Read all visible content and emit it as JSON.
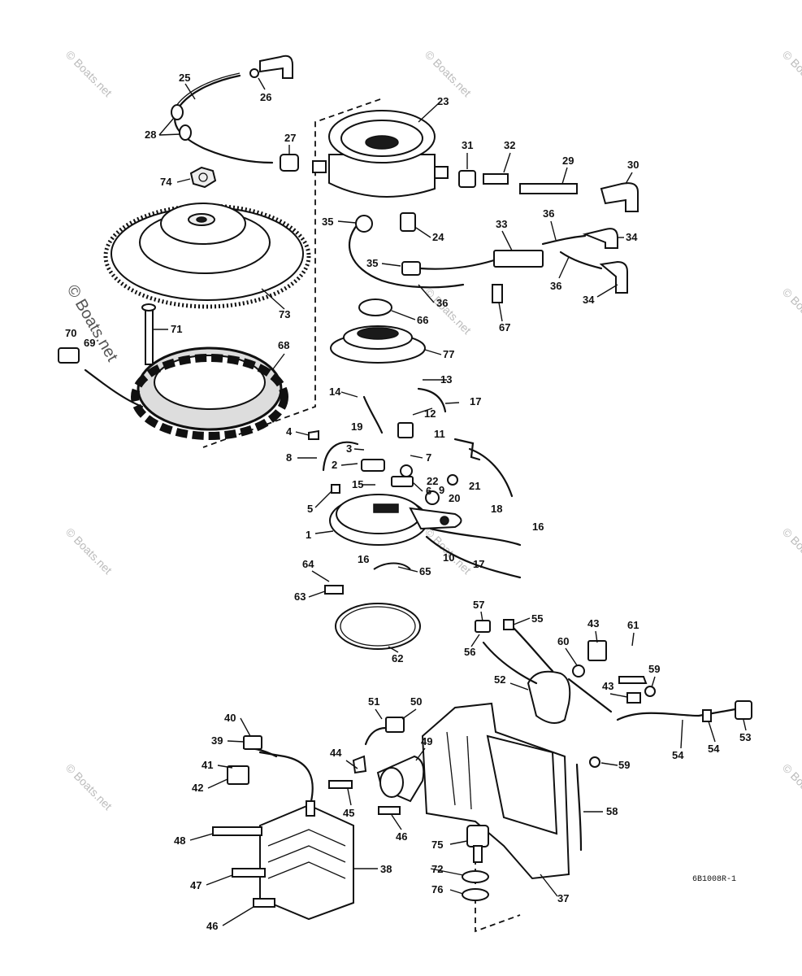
{
  "watermark": "© Boats.net",
  "figure_code": "6B1008R-1",
  "callouts": [
    "1",
    "2",
    "3",
    "4",
    "5",
    "6",
    "7",
    "8",
    "9",
    "10",
    "11",
    "12",
    "13",
    "14",
    "15",
    "16",
    "16",
    "17",
    "17",
    "18",
    "19",
    "20",
    "21",
    "22",
    "23",
    "24",
    "25",
    "26",
    "27",
    "28",
    "29",
    "30",
    "31",
    "32",
    "33",
    "34",
    "34",
    "35",
    "35",
    "36",
    "36",
    "36",
    "37",
    "38",
    "39",
    "40",
    "41",
    "42",
    "43",
    "43",
    "44",
    "45",
    "46",
    "46",
    "47",
    "48",
    "49",
    "50",
    "51",
    "52",
    "53",
    "54",
    "54",
    "55",
    "56",
    "57",
    "58",
    "59",
    "59",
    "60",
    "61",
    "62",
    "63",
    "64",
    "65",
    "66",
    "67",
    "68",
    "69",
    "70",
    "71",
    "72",
    "73",
    "74",
    "75",
    "76",
    "77"
  ]
}
